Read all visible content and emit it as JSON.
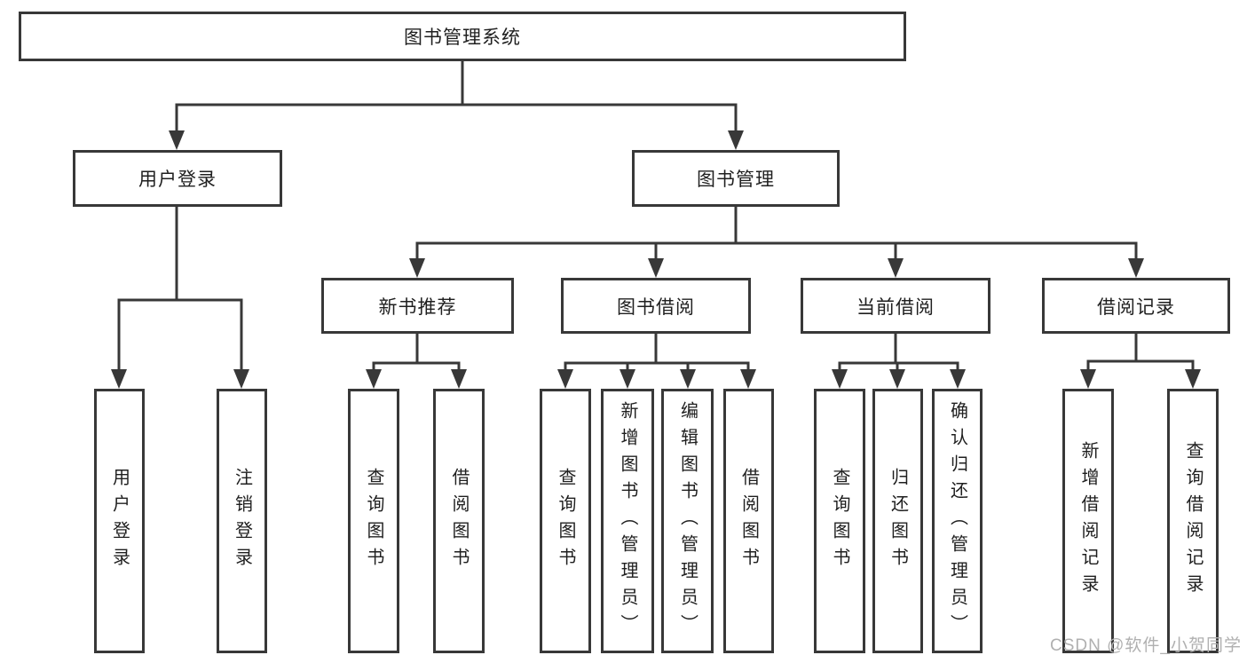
{
  "diagram": {
    "colors": {
      "line": "#383838",
      "text": "#1f1f1f",
      "watermark": "#b0b0b0",
      "background": "#ffffff"
    },
    "watermark": "CSDN @软件_小贺同学",
    "root": {
      "label": "图书管理系统"
    },
    "branches": [
      {
        "label": "用户登录",
        "children": [
          {
            "label": "用户登录"
          },
          {
            "label": "注销登录"
          }
        ]
      },
      {
        "label": "图书管理",
        "children": [
          {
            "label": "新书推荐",
            "children": [
              {
                "label": "查询图书"
              },
              {
                "label": "借阅图书"
              }
            ]
          },
          {
            "label": "图书借阅",
            "children": [
              {
                "label": "查询图书"
              },
              {
                "label": "新增图书（管理员）"
              },
              {
                "label": "编辑图书（管理员）"
              },
              {
                "label": "借阅图书"
              }
            ]
          },
          {
            "label": "当前借阅",
            "children": [
              {
                "label": "查询图书"
              },
              {
                "label": "归还图书"
              },
              {
                "label": "确认归还（管理员）"
              }
            ]
          },
          {
            "label": "借阅记录",
            "children": [
              {
                "label": "新增借阅记录"
              },
              {
                "label": "查询借阅记录"
              }
            ]
          }
        ]
      }
    ]
  }
}
